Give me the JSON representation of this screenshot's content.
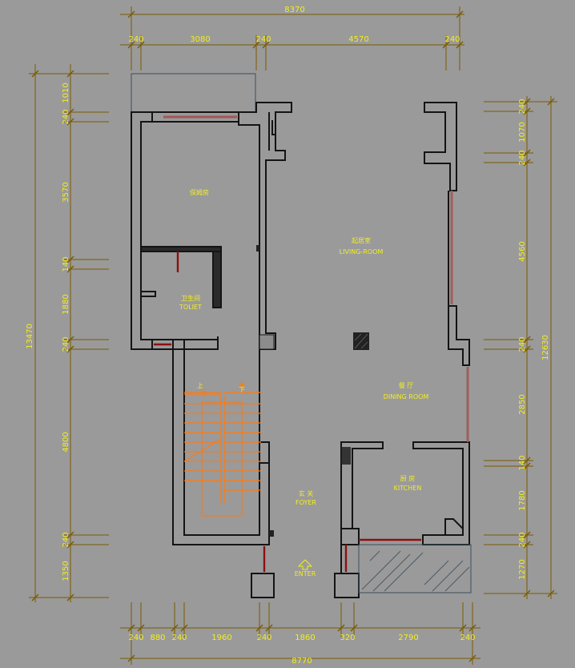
{
  "top_dims": {
    "total": "8370",
    "segments": [
      "240",
      "3080",
      "240",
      "4570",
      "240"
    ]
  },
  "bottom_dims": {
    "total": "8770",
    "segments": [
      "240",
      "880",
      "240",
      "1960",
      "240",
      "1860",
      "320",
      "2790",
      "240"
    ]
  },
  "left_dims": {
    "total": "13470",
    "segments": [
      "1010",
      "240",
      "3570",
      "140",
      "1880",
      "240",
      "4800",
      "240",
      "1350"
    ]
  },
  "right_dims": {
    "total": "12630",
    "segments": [
      "240",
      "1070",
      "240",
      "4560",
      "240",
      "2850",
      "140",
      "1780",
      "240",
      "1270"
    ]
  },
  "rooms": {
    "nanny_room": {
      "cn": "保姆房"
    },
    "living_room": {
      "cn": "起居室",
      "en": "LIVING-ROOM"
    },
    "toilet": {
      "cn": "卫生间",
      "en": "TOLIET"
    },
    "dining_room": {
      "cn": "餐 厅",
      "en": "DINING ROOM"
    },
    "foyer": {
      "cn": "玄 关",
      "en": "FOYER"
    },
    "kitchen": {
      "cn": "厨 房",
      "en": "KITCHEN"
    }
  },
  "stairs": {
    "up": "上",
    "down": "下"
  },
  "entrance": {
    "label": "ENTER"
  },
  "colors": {
    "background": "#9a9a9a",
    "dimension_text": "#f2ee20",
    "dimension_line": "#7a5a00",
    "wall": "#141414",
    "window": "#8c1010",
    "stair": "#ff7a10"
  }
}
